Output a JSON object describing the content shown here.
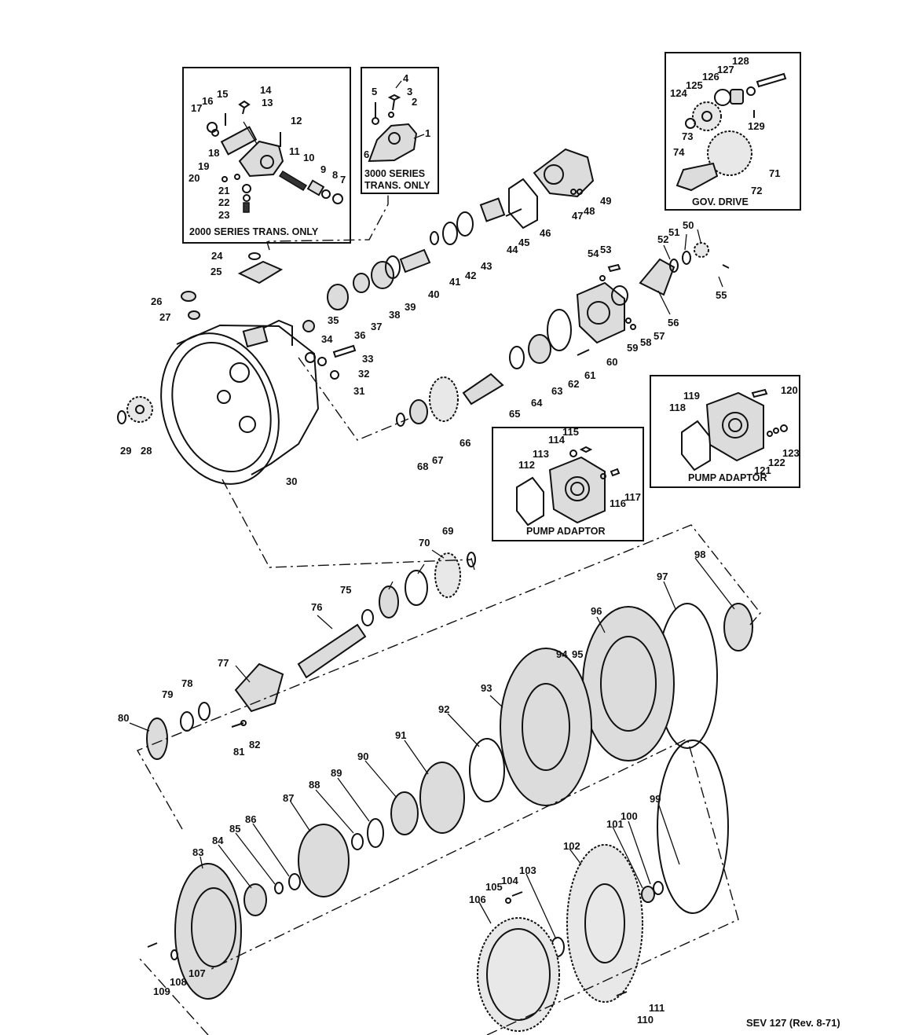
{
  "insets": {
    "series2000": "2000  SERIES  TRANS. ONLY",
    "series3000_l1": "3000  SERIES",
    "series3000_l2": "TRANS. ONLY",
    "gov_drive": "GOV. DRIVE",
    "pump_adaptor_1": "PUMP ADAPTOR",
    "pump_adaptor_2": "PUMP ADAPTOR"
  },
  "footer": {
    "code": "SEV 127  (Rev. 8-71)"
  },
  "parts": [
    "1",
    "2",
    "3",
    "4",
    "5",
    "6",
    "7",
    "8",
    "9",
    "10",
    "11",
    "12",
    "13",
    "14",
    "15",
    "16",
    "17",
    "18",
    "19",
    "20",
    "21",
    "22",
    "23",
    "24",
    "25",
    "26",
    "27",
    "28",
    "29",
    "30",
    "31",
    "32",
    "33",
    "34",
    "35",
    "36",
    "37",
    "38",
    "39",
    "40",
    "41",
    "42",
    "43",
    "44",
    "45",
    "46",
    "47",
    "48",
    "49",
    "50",
    "51",
    "52",
    "53",
    "54",
    "55",
    "56",
    "57",
    "58",
    "59",
    "60",
    "61",
    "62",
    "63",
    "64",
    "65",
    "66",
    "67",
    "68",
    "69",
    "70",
    "71",
    "72",
    "73",
    "74",
    "75",
    "76",
    "77",
    "78",
    "79",
    "80",
    "81",
    "82",
    "83",
    "84",
    "85",
    "86",
    "87",
    "88",
    "89",
    "90",
    "91",
    "92",
    "93",
    "94",
    "95",
    "96",
    "97",
    "98",
    "99",
    "100",
    "101",
    "102",
    "103",
    "104",
    "105",
    "106",
    "107",
    "108",
    "109",
    "110",
    "111",
    "112",
    "113",
    "114",
    "115",
    "116",
    "117",
    "118",
    "119",
    "120",
    "121",
    "122",
    "123",
    "124",
    "125",
    "126",
    "127",
    "128",
    "129"
  ]
}
